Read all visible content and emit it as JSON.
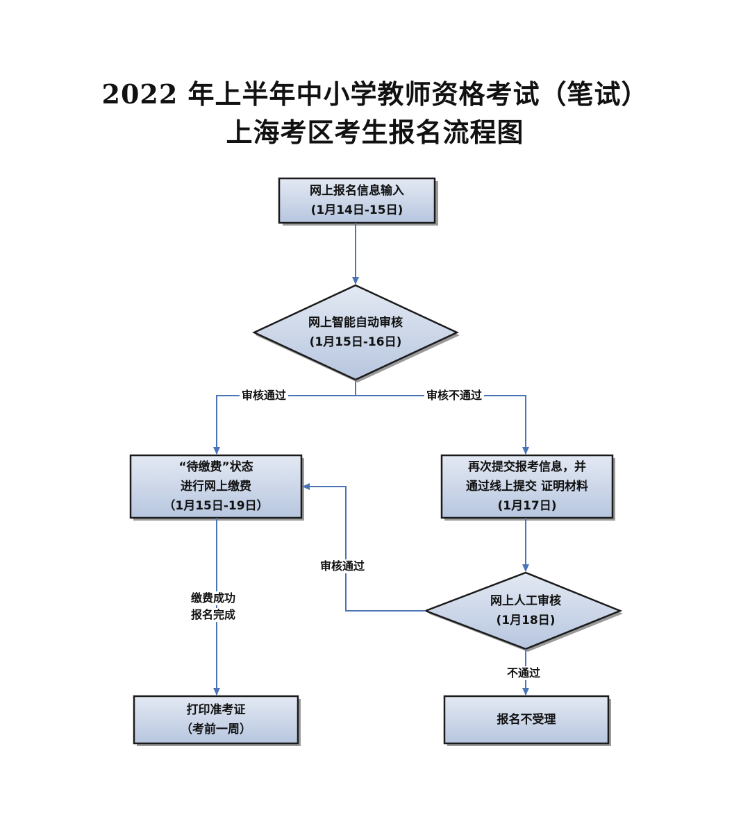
{
  "title": {
    "line1": "2022 年上半年中小学教师资格考试（笔试）",
    "line2": "上海考区考生报名流程图"
  },
  "nodes": {
    "input": {
      "line1": "网上报名信息输入",
      "line2": "(1月14日-15日)"
    },
    "auto_review": {
      "line1": "网上智能自动审核",
      "line2": "(1月15日-16日)"
    },
    "payment": {
      "line1": "“待缴费”状态",
      "line2": "进行网上缴费",
      "line3": "（1月15日-19日）"
    },
    "resubmit": {
      "line1": "再次提交报考信息，并",
      "line2": "通过线上提交 证明材料",
      "line3": "(1月17日)"
    },
    "manual_review": {
      "line1": "网上人工审核",
      "line2": "(1月18日)"
    },
    "print": {
      "line1": "打印准考证",
      "line2": "（考前一周）"
    },
    "rejected": {
      "line1": "报名不受理"
    }
  },
  "edges": {
    "auto_pass": "审核通过",
    "auto_fail": "审核不通过",
    "pay_success_1": "缴费成功",
    "pay_success_2": "报名完成",
    "manual_pass": "审核通过",
    "manual_fail": "不通过"
  },
  "colors": {
    "box_fill_top": "#dfe6f2",
    "box_fill_bottom": "#b9c8e0",
    "border": "#1a1a1a",
    "shadow": "#9a9a9a",
    "arrow": "#4a74b5"
  }
}
